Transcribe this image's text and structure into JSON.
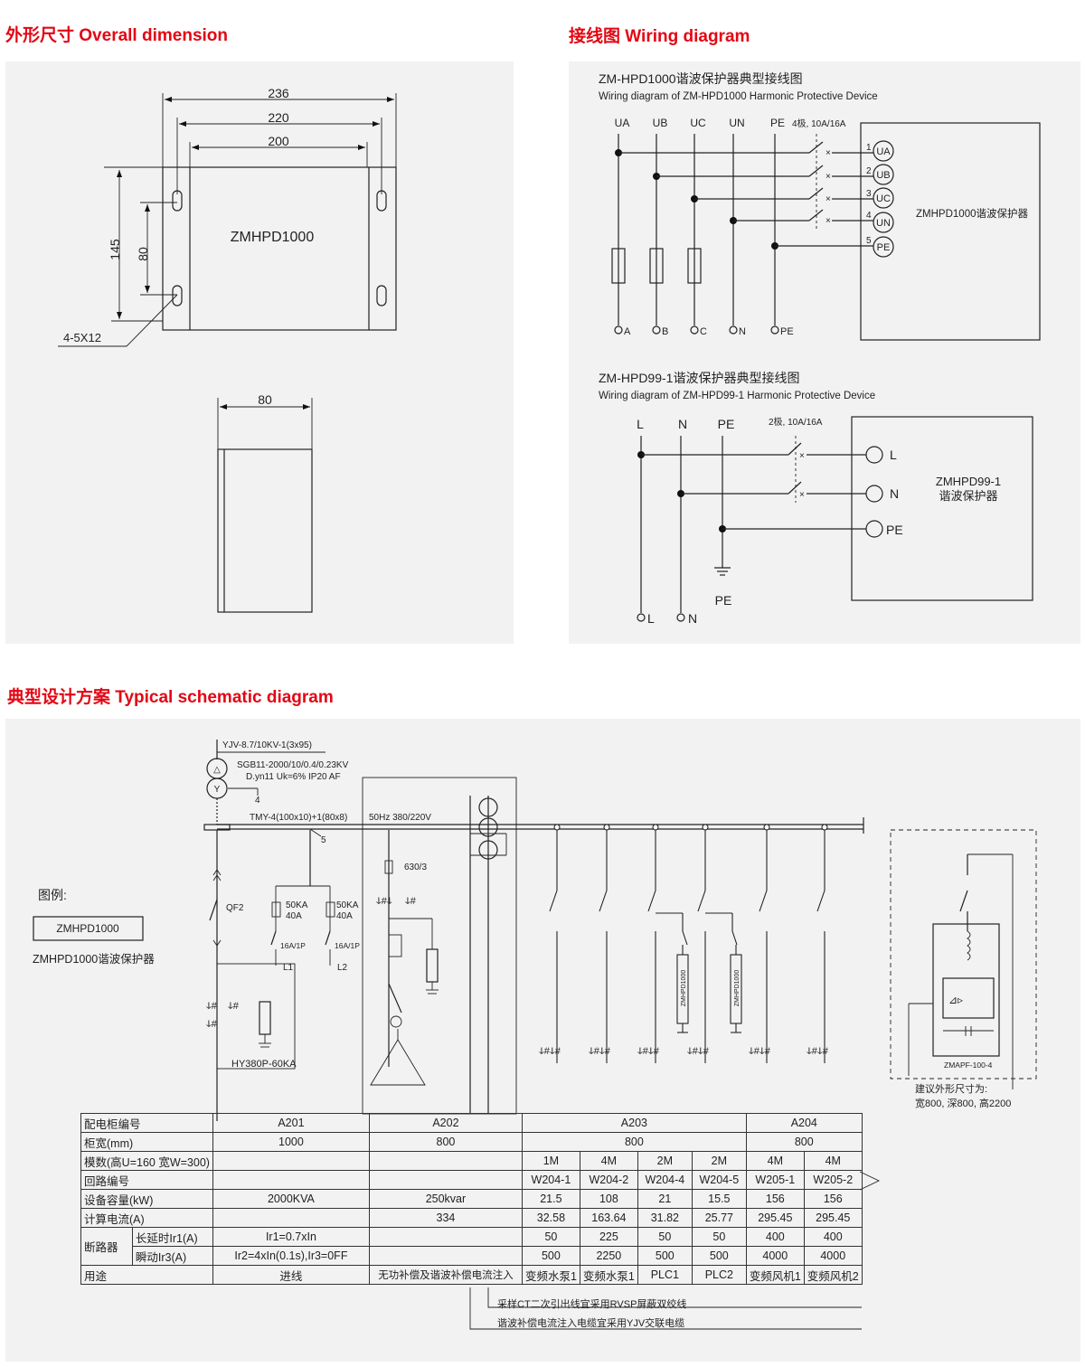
{
  "headings": {
    "overall": "外形尺寸 Overall dimension",
    "wiring": "接线图 Wiring diagram",
    "schematic": "典型设计方案 Typical schematic diagram"
  },
  "dimension": {
    "w236": "236",
    "w220": "220",
    "w200": "200",
    "h145": "145",
    "h80": "80",
    "model": "ZMHPD1000",
    "holes": "4-5X12",
    "side_w": "80"
  },
  "wiring1": {
    "title_cn": "ZM-HPD1000谐波保护器典型接线图",
    "title_en": "Wiring diagram of ZM-HPD1000 Harmonic Protective Device",
    "phases": [
      "UA",
      "UB",
      "UC",
      "UN",
      "PE"
    ],
    "breaker": "4极, 10A/16A",
    "terminal_nums": [
      "1",
      "2",
      "3",
      "4",
      "5"
    ],
    "terminals": [
      "UA",
      "UB",
      "UC",
      "UN",
      "PE"
    ],
    "bottoms": [
      "A",
      "B",
      "C",
      "N",
      "PE"
    ],
    "device": "ZMHPD1000谐波保护器"
  },
  "wiring2": {
    "title_cn": "ZM-HPD99-1谐波保护器典型接线图",
    "title_en": "Wiring diagram of ZM-HPD99-1 Harmonic Protective Device",
    "phases": [
      "L",
      "N",
      "PE"
    ],
    "breaker": "2极, 10A/16A",
    "terminals": [
      "L",
      "N",
      "PE"
    ],
    "ground": "PE",
    "bottoms": [
      "L",
      "N"
    ],
    "device_line1": "ZMHPD99-1",
    "device_line2": "谐波保护器"
  },
  "schematic": {
    "cable": "YJV-8.7/10KV-1(3x95)",
    "transformer1": "SGB11-2000/10/0.4/0.23KV",
    "transformer2": "D.yn11 Uk=6% IP20 AF",
    "n4": "4",
    "busbar": "TMY-4(100x10)+1(80x8)",
    "n5": "5",
    "freq": "50Hz 380/220V",
    "legend_title": "图例:",
    "legend_box": "ZMHPD1000",
    "legend_desc": "ZMHPD1000谐波保护器",
    "qf2": "QF2",
    "spd1": [
      "50KA",
      "40A"
    ],
    "spd2": [
      "50KA",
      "40A"
    ],
    "spd_breaker1": "16A/1P",
    "spd_breaker2": "16A/1P",
    "l1": "L1",
    "l2": "L2",
    "arrester": "HY380P-60KA",
    "fuse": "630/3",
    "vertical_device1": "ZMHPD1000",
    "vertical_device2": "ZMHPD1000",
    "apf_label": "ZMAPF-100-4",
    "apf_size1": "建议外形尺寸为:",
    "apf_size2": "宽800, 深800, 高2200",
    "note1": "采样CT二次引出线宜采用RVSP屏蔽双绞线",
    "note2": "谐波补偿电流注入电缆宜采用YJV交联电缆"
  },
  "table": {
    "r1": {
      "label": "配电柜编号",
      "a201": "A201",
      "a202": "A202",
      "a203": "A203",
      "a204": "A204"
    },
    "r2": {
      "label": "柜宽(mm)",
      "a201": "1000",
      "a202": "800",
      "a203": "800",
      "a204": "800"
    },
    "r3": {
      "label": "模数(高U=160 宽W=300)",
      "cells": [
        "1M",
        "4M",
        "2M",
        "2M",
        "4M",
        "4M"
      ]
    },
    "r4": {
      "label": "回路编号",
      "cells": [
        "W204-1",
        "W204-2",
        "W204-4",
        "W204-5",
        "W205-1",
        "W205-2"
      ]
    },
    "r5": {
      "label": "设备容量(kW)",
      "a201": "2000KVA",
      "a202": "250kvar",
      "cells": [
        "21.5",
        "108",
        "21",
        "15.5",
        "156",
        "156"
      ]
    },
    "r6": {
      "label": "计算电流(A)",
      "a202": "334",
      "cells": [
        "32.58",
        "163.64",
        "31.82",
        "25.77",
        "295.45",
        "295.45"
      ]
    },
    "breaker_label": "断路器",
    "r7": {
      "label": "长延时Ir1(A)",
      "a201": "Ir1=0.7xIn",
      "cells": [
        "50",
        "225",
        "50",
        "50",
        "400",
        "400"
      ]
    },
    "r8": {
      "label": "瞬动Ir3(A)",
      "a201": "Ir2=4xIn(0.1s),Ir3=0FF",
      "cells": [
        "500",
        "2250",
        "500",
        "500",
        "4000",
        "4000"
      ]
    },
    "r9": {
      "label": "用途",
      "a201": "进线",
      "a202": "无功补偿及谐波补偿电流注入",
      "cells": [
        "变频水泵1",
        "变频水泵1",
        "PLC1",
        "PLC2",
        "变频风机1",
        "变频风机2"
      ]
    }
  }
}
